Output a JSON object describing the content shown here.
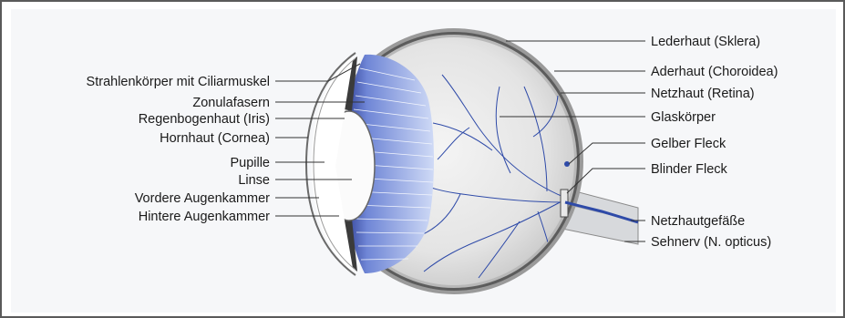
{
  "labels_left": [
    "Strahlenkörper mit Ciliarmuskel",
    "Zonulafasern",
    "Regenbogenhaut (Iris)",
    "Hornhaut (Cornea)",
    "Pupille",
    "Linse",
    "Vordere Augenkammer",
    "Hintere Augenkammer"
  ],
  "labels_right": [
    "Lederhaut (Sklera)",
    "Aderhaut (Choroidea)",
    "Netzhaut (Retina)",
    "Glaskörper",
    "Gelber Fleck",
    "Blinder Fleck",
    "Netzhautgefäße",
    "Sehnerv (N. opticus)"
  ],
  "colors": {
    "sclera": "#9a9a9a",
    "choroid": "#5c5c5c",
    "ciliary_body": "#3b4fa8",
    "ciliary_fibers": "#c7d2f2",
    "vitreous": "#ececec",
    "vessels": "#2e4aa8",
    "panel": "#f6f7f9"
  }
}
